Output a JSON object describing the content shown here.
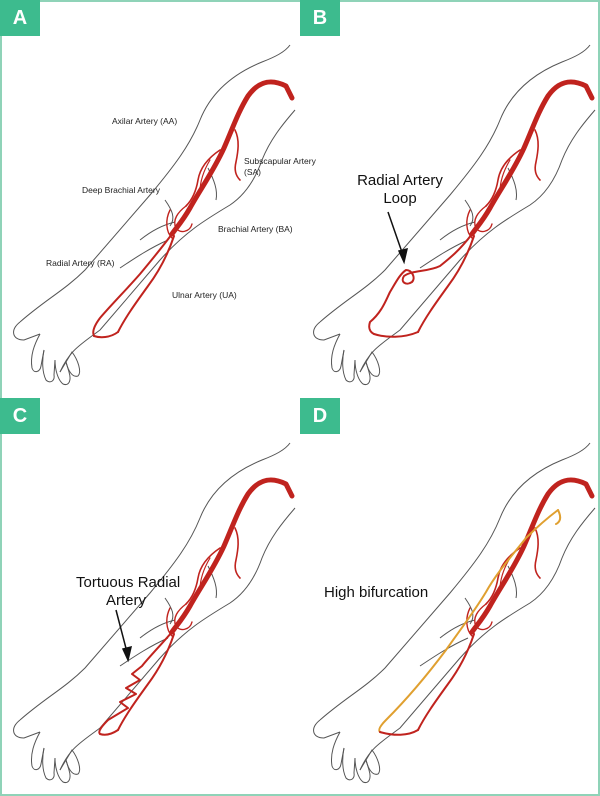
{
  "colors": {
    "artery": "#c0231e",
    "variant": "#e0a030",
    "outline": "#555555",
    "accent": "#3dbb8e"
  },
  "panels": [
    {
      "letter": "A",
      "labels": {
        "axillar": "Axilar Artery (AA)",
        "subscapular_1": "Subscapular Artery",
        "subscapular_2": "(SA)",
        "deep_brachial": "Deep Brachial Artery",
        "brachial": "Brachial Artery (BA)",
        "radial": "Radial Artery (RA)",
        "ulnar": "Ulnar Artery (UA)"
      }
    },
    {
      "letter": "B",
      "annotation": [
        "Radial Artery",
        "Loop"
      ]
    },
    {
      "letter": "C",
      "annotation": [
        "Tortuous Radial",
        "Artery"
      ]
    },
    {
      "letter": "D",
      "annotation": [
        "High bifurcation"
      ]
    }
  ]
}
